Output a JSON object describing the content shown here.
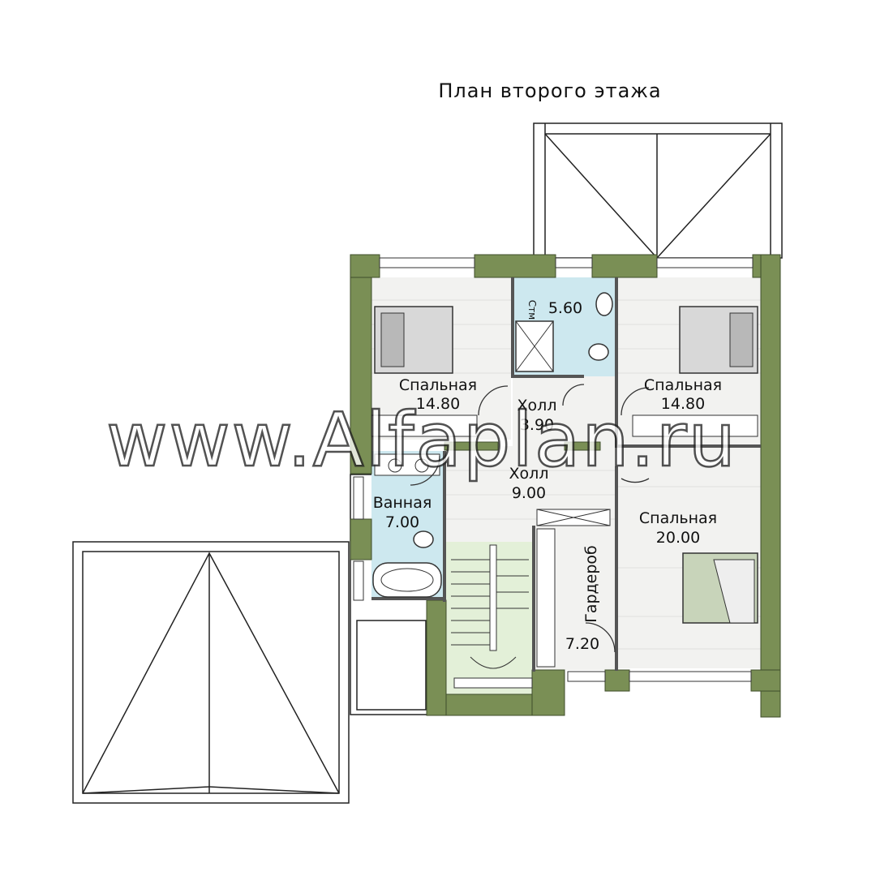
{
  "title": "План второго этажа",
  "watermark": "www.Alfaplan.ru",
  "rooms": [
    {
      "key": "bedroom_nw",
      "name": "Спальная",
      "area": "14.80"
    },
    {
      "key": "bathroom_top",
      "name": "",
      "area": "5.60"
    },
    {
      "key": "washer",
      "name": "Стм",
      "area": ""
    },
    {
      "key": "bedroom_ne",
      "name": "Спальная",
      "area": "14.80"
    },
    {
      "key": "hall_small",
      "name": "Холл",
      "area": "3.90"
    },
    {
      "key": "hall_main",
      "name": "Холл",
      "area": "9.00"
    },
    {
      "key": "bathroom",
      "name": "Ванная",
      "area": "7.00"
    },
    {
      "key": "wardrobe",
      "name": "Гардероб",
      "area": "7.20"
    },
    {
      "key": "bedroom_se",
      "name": "Спальная",
      "area": "20.00"
    }
  ],
  "colors": {
    "wall": "#7a8f55",
    "floor": "#f2f2f0",
    "tile": "#cde8ef",
    "stair": "#e3f0d8"
  }
}
